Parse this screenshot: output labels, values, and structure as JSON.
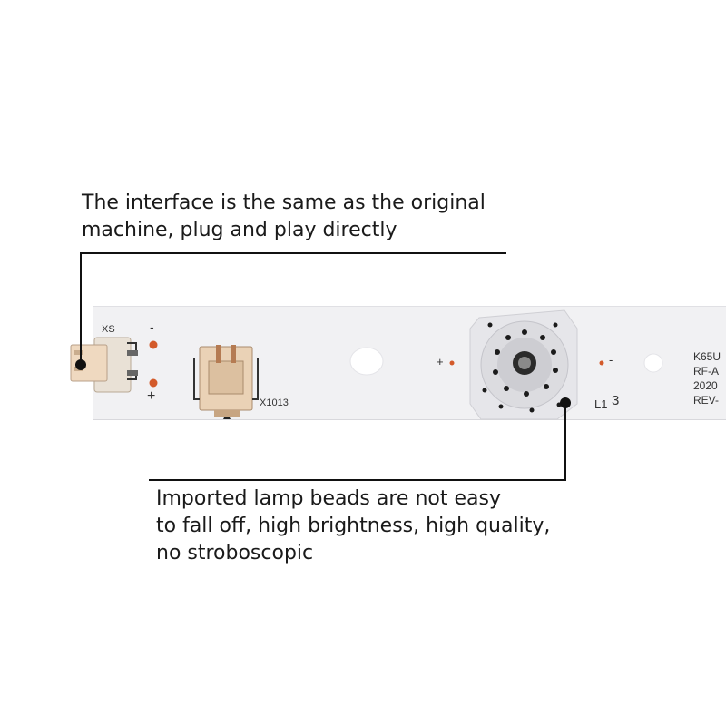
{
  "annotations": {
    "top": {
      "lines": [
        "The interface is the same as the original",
        "machine, plug and play directly"
      ]
    },
    "bottom": {
      "lines": [
        "Imported lamp beads are not easy",
        "to fall off, high brightness, high quality,",
        "no stroboscopic"
      ]
    }
  },
  "pcb": {
    "connector_left_label": "XS",
    "minus_sign": "-",
    "plus_sign": "+",
    "connector_right_label": "X1013",
    "led_label": "L1",
    "led_number": "3",
    "stamp_lines": [
      "K65U",
      "RF-A",
      "2020",
      "REV-"
    ]
  },
  "colors": {
    "strip": "#f1f1f3",
    "connector": "#ecd8c2",
    "solder": "#d35a2a",
    "line": "#111111"
  }
}
